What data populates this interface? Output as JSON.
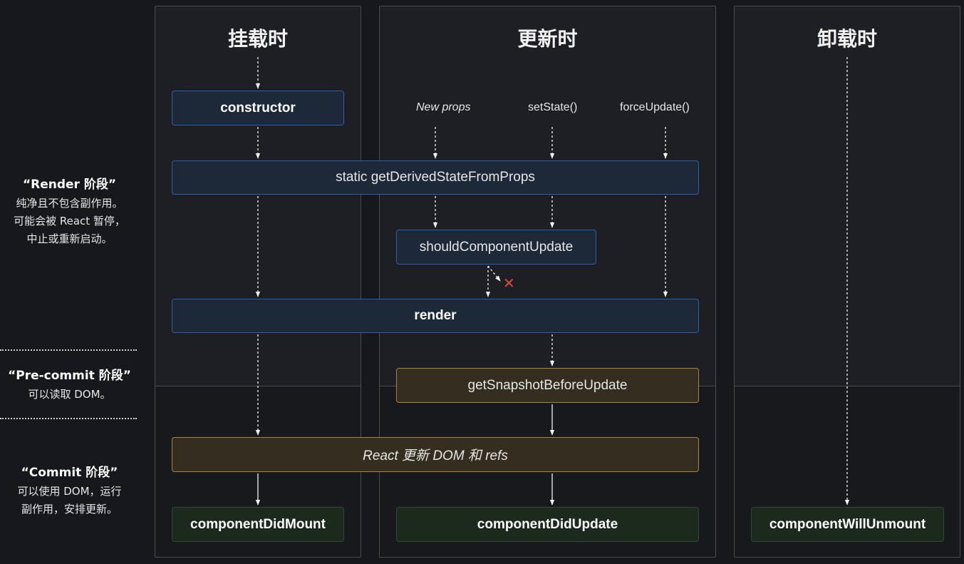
{
  "columns": {
    "mount": {
      "title": "挂载时"
    },
    "update": {
      "title": "更新时"
    },
    "unmount": {
      "title": "卸载时"
    }
  },
  "phases": {
    "render": {
      "title": "“Render 阶段”",
      "desc": "纯净且不包含副作用。\n可能会被 React 暂停，\n中止或重新启动。"
    },
    "precommit": {
      "title": "“Pre-commit 阶段”",
      "desc": "可以读取 DOM。"
    },
    "commit": {
      "title": "“Commit 阶段”",
      "desc": "可以使用 DOM，运行\n副作用，安排更新。"
    }
  },
  "triggers": {
    "new_props": "New props",
    "set_state": "setState()",
    "force_update": "forceUpdate()"
  },
  "nodes": {
    "constructor": "constructor",
    "gdsfp": "static getDerivedStateFromProps",
    "scu": "shouldComponentUpdate",
    "render": "render",
    "gsbu": "getSnapshotBeforeUpdate",
    "react_updates": "React 更新 DOM 和 refs",
    "cdm": "componentDidMount",
    "cdu": "componentDidUpdate",
    "cwu": "componentWillUnmount"
  },
  "colors": {
    "blue_border": "#2b5fa6",
    "gold_border": "#a7853a",
    "green_border": "#2f4a32",
    "cancel_mark": "#e04a3c"
  }
}
